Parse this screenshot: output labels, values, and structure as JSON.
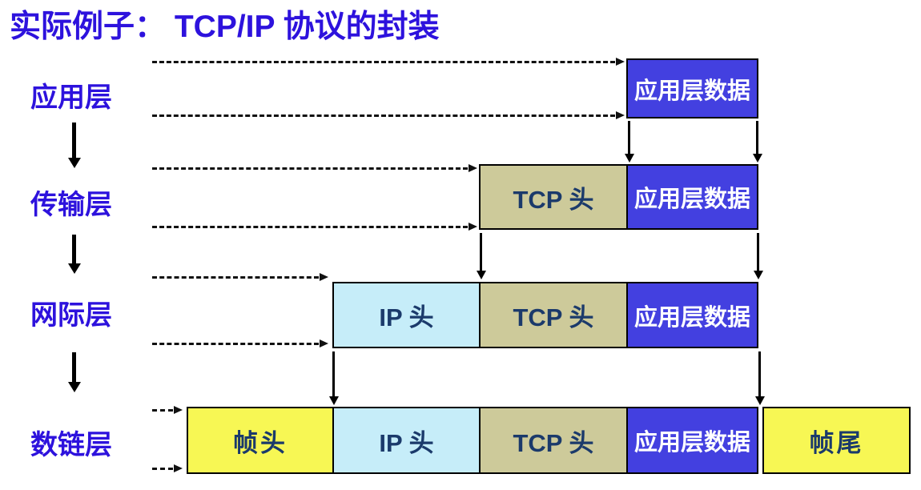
{
  "title": "实际例子： TCP/IP 协议的封装",
  "colors": {
    "title_blue": "#2d12dd",
    "box_blue": "#4340e0",
    "box_khaki": "#cdca9a",
    "box_lightblue": "#c6edf9",
    "box_yellow": "#f7f754",
    "navy": "#1b3a6b",
    "box_text_white": "#ffffff",
    "arrow_black": "#000000"
  },
  "layers": [
    {
      "name": "应用层"
    },
    {
      "name": "传输层"
    },
    {
      "name": "网际层"
    },
    {
      "name": "数链层"
    }
  ],
  "rows": [
    {
      "layer": "应用层",
      "boxes": [
        {
          "label": "应用层数据",
          "type": "app_data"
        }
      ]
    },
    {
      "layer": "传输层",
      "boxes": [
        {
          "label": "TCP 头",
          "type": "tcp_header"
        },
        {
          "label": "应用层数据",
          "type": "app_data"
        }
      ]
    },
    {
      "layer": "网际层",
      "boxes": [
        {
          "label": "IP 头",
          "type": "ip_header"
        },
        {
          "label": "TCP 头",
          "type": "tcp_header"
        },
        {
          "label": "应用层数据",
          "type": "app_data"
        }
      ]
    },
    {
      "layer": "数链层",
      "boxes": [
        {
          "label": "帧头",
          "type": "frame_header"
        },
        {
          "label": "IP 头",
          "type": "ip_header"
        },
        {
          "label": "TCP 头",
          "type": "tcp_header"
        },
        {
          "label": "应用层数据",
          "type": "app_data"
        },
        {
          "label": "帧尾",
          "type": "frame_trailer"
        }
      ]
    }
  ]
}
